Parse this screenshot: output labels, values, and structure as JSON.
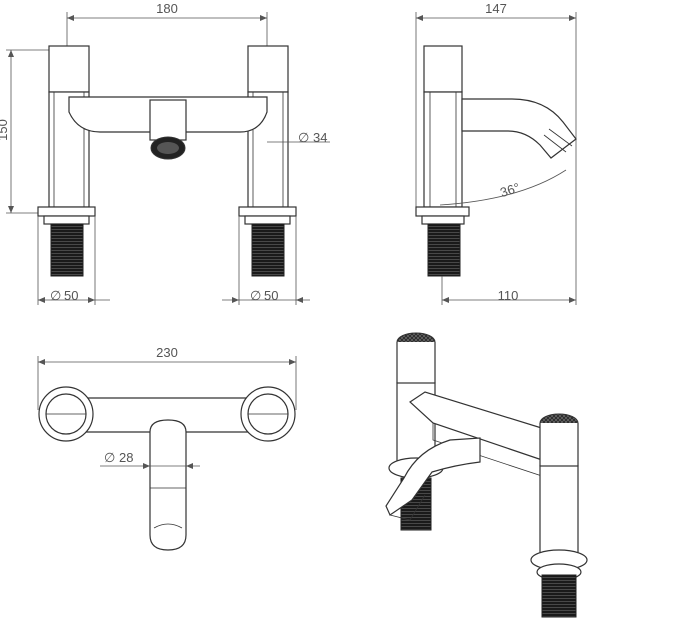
{
  "dimensions": {
    "front_width": "180",
    "front_height": "150",
    "side_width": "147",
    "top_width": "230",
    "spout_dia_symbol": "∅",
    "spout_dia": "34",
    "base_dia_left_symbol": "∅",
    "base_dia_left": "50",
    "base_dia_right_symbol": "∅",
    "base_dia_right": "50",
    "spout_reach": "110",
    "spout_angle": "36°",
    "top_spout_dia_symbol": "∅",
    "top_spout_dia": "28"
  },
  "colors": {
    "line": "#333333",
    "dimension": "#555555",
    "knurl": "#222222",
    "background": "#ffffff"
  },
  "views": [
    "front-view",
    "side-view",
    "top-view",
    "isometric-view"
  ]
}
